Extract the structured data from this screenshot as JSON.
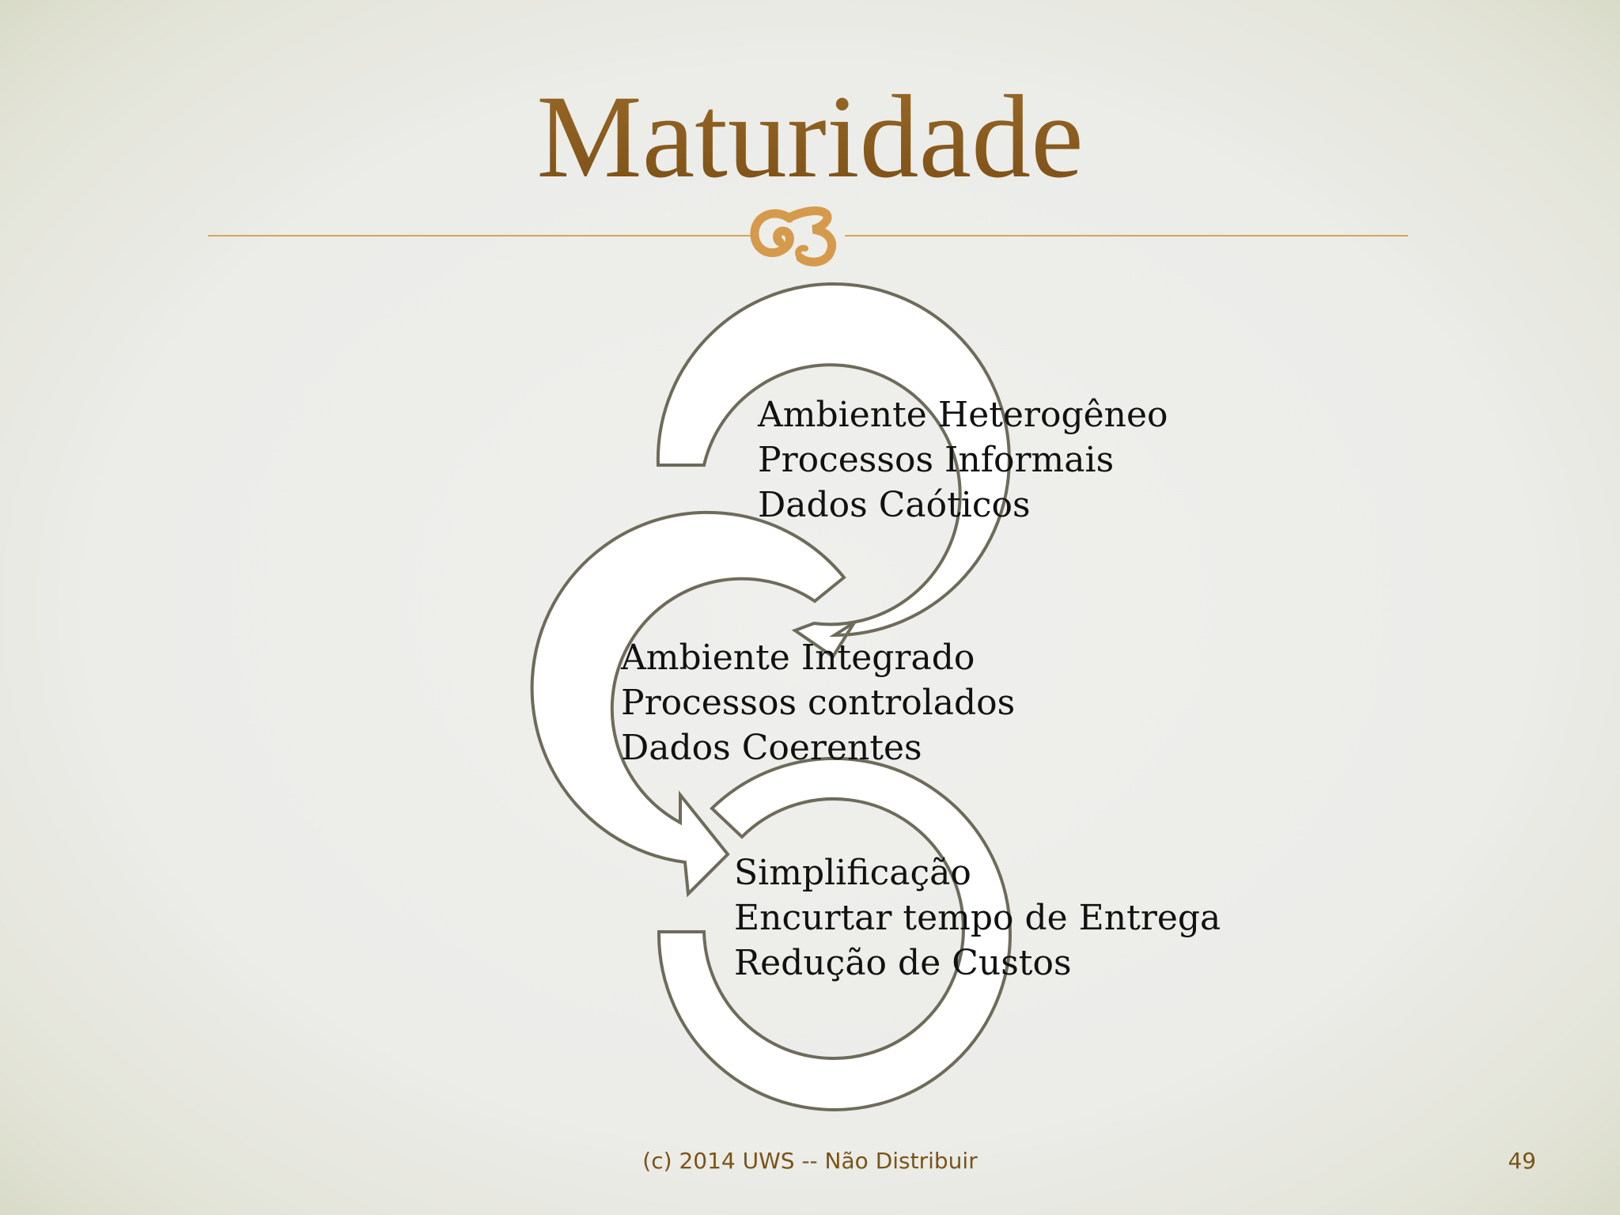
{
  "slide": {
    "title": "Maturidade",
    "footer": "(c) 2014 UWS -- Não Distribuir",
    "page_number": "49"
  },
  "diagram": {
    "stages": [
      {
        "lines": [
          "Ambiente Heterogêneo",
          "Processos Informais",
          "Dados Caóticos"
        ]
      },
      {
        "lines": [
          "Ambiente Integrado",
          "Processos controlados",
          "Dados Coerentes"
        ]
      },
      {
        "lines": [
          "Simplificação",
          "Encurtar tempo de Entrega",
          "Redução de Custos"
        ]
      }
    ]
  },
  "colors": {
    "title": "#8c5e1f",
    "accent_rule": "#d4a55a",
    "arrow_fill": "#ffffff",
    "arrow_stroke": "#6e6b5a",
    "footer": "#7a5417"
  },
  "icons": {
    "divider": "ornament-flourish-icon"
  }
}
